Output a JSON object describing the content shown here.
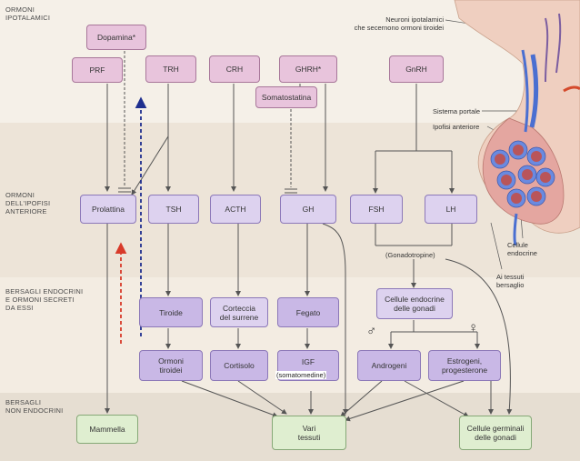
{
  "row_labels": [
    "ORMONI\nIPOTALAMICI",
    "ORMONI\nDELL'IPOFISI\nANTERIORE",
    "BERSAGLI ENDOCRINI\nE ORMONI SECRETI\nDA ESSI",
    "BERSAGLI\nNON ENDOCRINI"
  ],
  "hypothalamic": {
    "dopamina": "Dopamina*",
    "prf": "PRF",
    "trh": "TRH",
    "crh": "CRH",
    "ghrh": "GHRH*",
    "somatostatina": "Somatostatina",
    "gnrh": "GnRH"
  },
  "pituitary": {
    "prolattina": "Prolattina",
    "tsh": "TSH",
    "acth": "ACTH",
    "gh": "GH",
    "fsh": "FSH",
    "lh": "LH",
    "gonadotropine": "(Gonadotropine)"
  },
  "endocrine_targets": {
    "tiroide": "Tiroide",
    "corteccia": "Corteccia\ndel surrene",
    "fegato": "Fegato",
    "gonadi": "Cellule endocrine\ndelle gonadi",
    "ormoni_tiroidei": "Ormoni\ntiroidei",
    "cortisolo": "Cortisolo",
    "igf": "IGF",
    "somatomedine": "(somatomedine)",
    "androgeni": "Androgeni",
    "estrogeni": "Estrogeni,\nprogesterone",
    "male_symbol": "♂",
    "female_symbol": "♀"
  },
  "nonendocrine_targets": {
    "mammella": "Mammella",
    "vari_tessuti": "Vari\ntessuti",
    "cellule_germinali": "Cellule germinali\ndelle gonadi"
  },
  "anatomy_labels": {
    "neuroni": "Neuroni ipotalamici\nche secernono ormoni tiroidei",
    "sistema_portale": "Sistema portale",
    "ipofisi_anteriore": "Ipofisi anteriore",
    "cellule_endocrine": "Cellule\nendocrine",
    "ai_tessuti": "Ai tessuti\nbersaglio"
  },
  "colors": {
    "hypothalamic_box": "#e8c4dc",
    "pituitary_box": "#c9b8e6",
    "target_box": "#ddd2ef",
    "nonendocrine_box": "#dfeed0",
    "red_dashed_arrow": "#d83a2a",
    "blue_dashed_arrow": "#1f2f8f"
  }
}
